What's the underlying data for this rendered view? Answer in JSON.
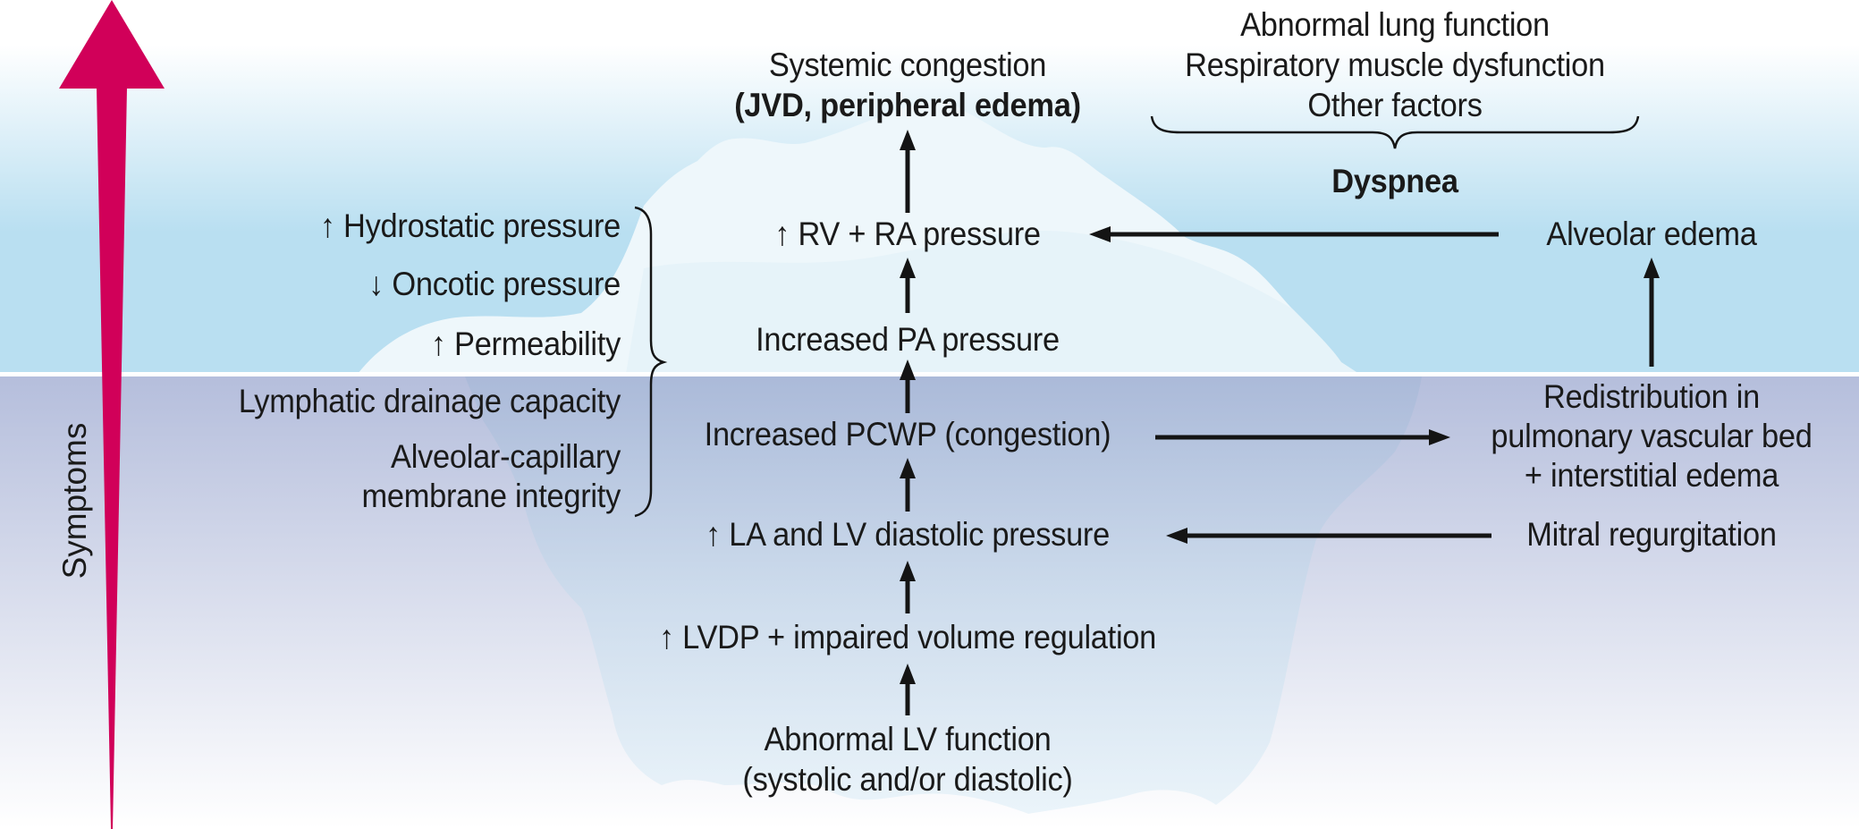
{
  "title": "Heart failure congestion iceberg diagram",
  "colors": {
    "sky_top": "#ffffff",
    "sky_bottom": "#b9dff1",
    "water_top": "#b5bedc",
    "water_bottom": "#ffffff",
    "iceberg_light": "#eef7fb",
    "iceberg_under": "#c4d8ea",
    "symptoms_arrow": "#d10059",
    "text": "#1a1a1a",
    "waterline": "#ffffff"
  },
  "axis": {
    "label": "Symptoms",
    "direction": "up"
  },
  "center_chain": [
    {
      "id": "systemic",
      "lines": [
        "Systemic congestion"
      ],
      "bold_line": "(JVD, peripheral edema)"
    },
    {
      "id": "rv_ra",
      "lines": [
        "↑ RV + RA pressure"
      ]
    },
    {
      "id": "pa",
      "lines": [
        "Increased PA pressure"
      ]
    },
    {
      "id": "pcwp",
      "lines": [
        "Increased PCWP (congestion)"
      ]
    },
    {
      "id": "la_lv",
      "lines": [
        "↑ LA and LV diastolic pressure"
      ]
    },
    {
      "id": "lvdp",
      "lines": [
        "↑ LVDP + impaired volume regulation"
      ]
    },
    {
      "id": "lv_function",
      "lines": [
        "Abnormal LV function",
        "(systolic and/or diastolic)"
      ]
    }
  ],
  "left_factors": [
    "↑ Hydrostatic pressure",
    "↓ Oncotic pressure",
    "↑ Permeability",
    "Lymphatic drainage capacity",
    "Alveolar-capillary",
    "membrane integrity"
  ],
  "right_top_factors": [
    "Abnormal lung function",
    "Respiratory muscle dysfunction",
    "Other factors"
  ],
  "dyspnea": "Dyspnea",
  "alveolar_edema": "Alveolar edema",
  "redistribution": [
    "Redistribution in",
    "pulmonary vascular bed",
    "+ interstitial edema"
  ],
  "mitral": "Mitral regurgitation"
}
